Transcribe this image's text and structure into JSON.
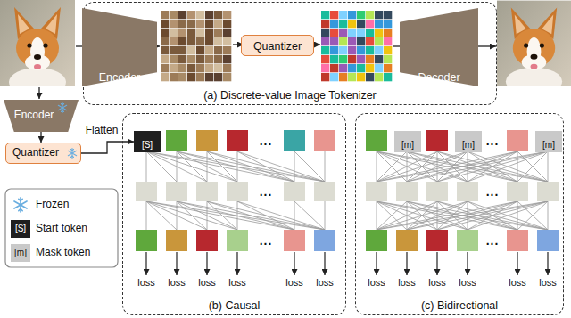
{
  "diagram": {
    "nodes": [
      {
        "text": [
          "(a) Discrete-value Image Tokenizer"
        ]
      },
      {
        "text": [
          "Encoder"
        ],
        "in": 0
      },
      {
        "text": [
          "Quantizer"
        ],
        "in": 0
      },
      {
        "text": [
          "Decoder"
        ],
        "in": 0
      },
      {
        "text": [
          "Encoder"
        ]
      },
      {
        "text": [
          "Quantizer"
        ]
      },
      {
        "text": [
          "(b) Causal"
        ]
      },
      {
        "text": [
          "[S]"
        ],
        "in": 6
      },
      {
        "text": [
          "(c) Bidirectional"
        ]
      },
      {
        "text": [
          "[m]"
        ],
        "in": 8
      },
      {
        "text": [
          "[m]"
        ],
        "in": 8
      },
      {
        "text": [
          "[m]"
        ],
        "in": 8
      }
    ],
    "edges": [
      {
        "from": 4,
        "to": 5,
        "arrow": "to"
      },
      {
        "from": 5,
        "to": 7,
        "label": "Flatten",
        "arrow": "to"
      }
    ],
    "labels": [
      "loss",
      "loss",
      "loss",
      "loss",
      "loss",
      "loss",
      "loss",
      "loss",
      "loss",
      "loss",
      "loss",
      "loss",
      "...",
      "...",
      "...",
      "...",
      "...",
      "...",
      "[S]",
      "[m]"
    ],
    "legend": [
      {
        "text": "Frozen"
      },
      {
        "text": "Start token",
        "color": "#1f1f1f"
      },
      {
        "text": "Mask token",
        "color": "#c9c9c9"
      }
    ]
  }
}
